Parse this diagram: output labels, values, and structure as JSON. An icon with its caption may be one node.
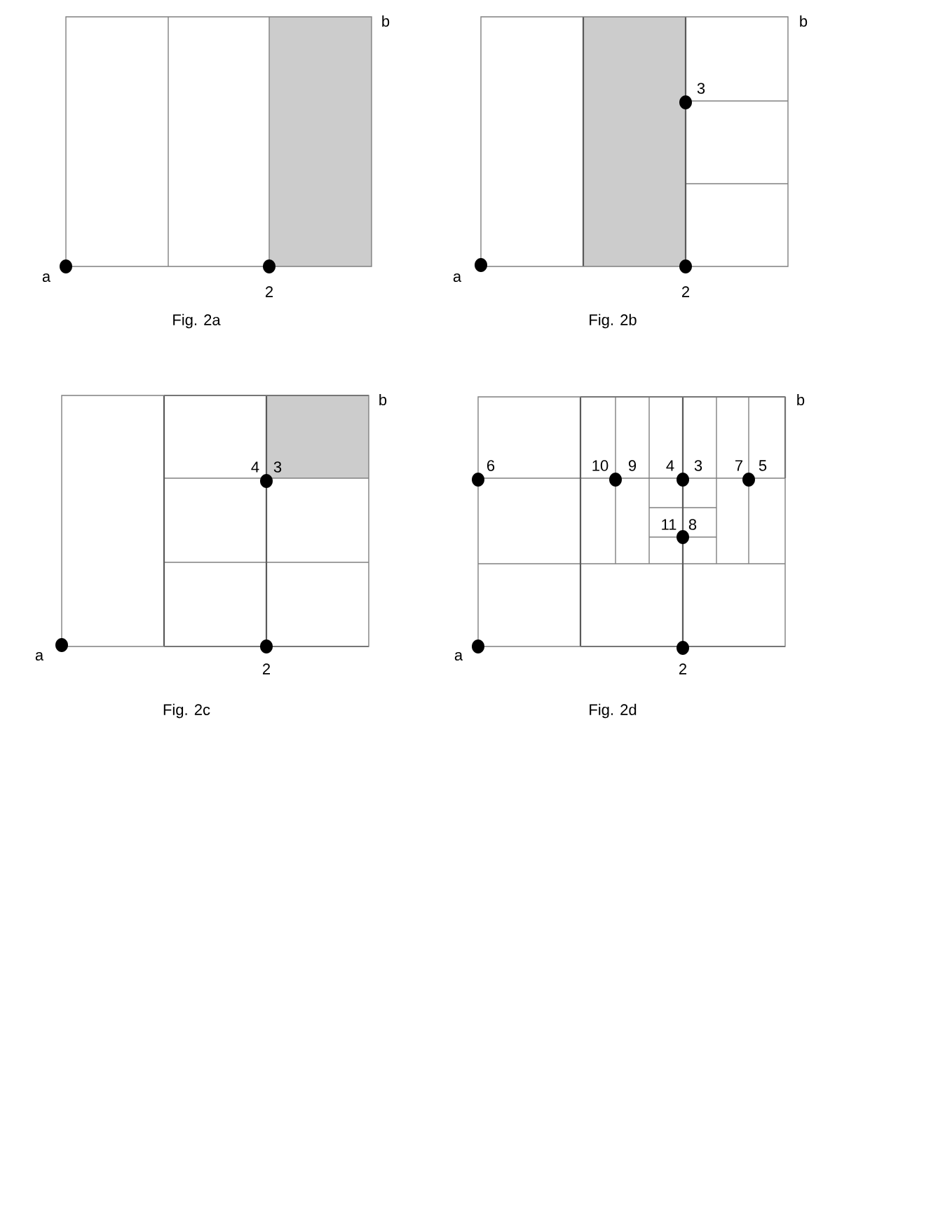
{
  "diagram": {
    "nodes": [
      {
        "text": [
          "Fig. 2a"
        ]
      },
      {
        "text": [],
        "shape": "circle",
        "in": 0,
        "beside": [
          "a"
        ]
      },
      {
        "text": [],
        "shape": "circle",
        "in": 0,
        "beside": [
          "2"
        ]
      },
      {
        "text": [
          "Fig. 2b"
        ]
      },
      {
        "text": [],
        "shape": "circle",
        "in": 3,
        "beside": [
          "3"
        ]
      },
      {
        "text": [],
        "shape": "circle",
        "in": 3,
        "beside": [
          "a"
        ]
      },
      {
        "text": [],
        "shape": "circle",
        "in": 3,
        "beside": [
          "2"
        ]
      },
      {
        "text": [
          "Fig. 2c"
        ]
      },
      {
        "text": [],
        "shape": "circle",
        "in": 7,
        "beside": [
          "4",
          "3"
        ]
      },
      {
        "text": [],
        "shape": "circle",
        "in": 7,
        "beside": [
          "a"
        ]
      },
      {
        "text": [],
        "shape": "circle",
        "in": 7,
        "beside": [
          "2"
        ]
      },
      {
        "text": [
          "Fig. 2d"
        ]
      },
      {
        "text": [],
        "shape": "circle",
        "in": 11,
        "beside": [
          "6"
        ]
      },
      {
        "text": [],
        "shape": "circle",
        "in": 11,
        "beside": [
          "10",
          "9"
        ]
      },
      {
        "text": [],
        "shape": "circle",
        "in": 11,
        "beside": [
          "4",
          "3"
        ]
      },
      {
        "text": [],
        "shape": "circle",
        "in": 11,
        "beside": [
          "7",
          "5"
        ]
      },
      {
        "text": [],
        "shape": "circle",
        "in": 11,
        "beside": [
          "11",
          "8"
        ]
      },
      {
        "text": [],
        "shape": "circle",
        "in": 11,
        "beside": [
          "a"
        ]
      },
      {
        "text": [],
        "shape": "circle",
        "in": 11,
        "beside": [
          "2"
        ]
      }
    ],
    "labels": [
      "b",
      "b",
      "b",
      "b"
    ]
  }
}
